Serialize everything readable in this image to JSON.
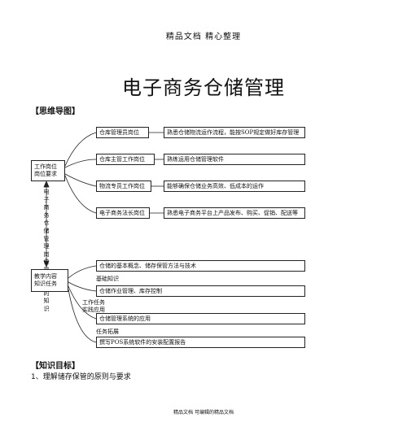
{
  "header": "精品文档 精心整理",
  "title": "电子商务仓储管理",
  "section_mindmap": "【思维导图】",
  "left_box_top": {
    "line1": "工作岗位",
    "line2": "岗位要求"
  },
  "vertical_text": "电子商务仓储管理岗位需具备的知识",
  "left_box_bottom": {
    "line1": "教学内容",
    "line2": "知识任务"
  },
  "positions": [
    {
      "role": "仓库管理员岗位",
      "req": "熟悉仓储物流运作流程，能按SOP规定做好库存管理"
    },
    {
      "role": "仓库主管工作岗位",
      "req": "熟练运用仓储管理软件"
    },
    {
      "role": "物流专员工作岗位",
      "req": "能够确保仓储业务高效、低成本的运作"
    },
    {
      "role": "电子商务法长岗位",
      "req": "熟悉电子商务平台上产品发布、购买、促销、配送等"
    }
  ],
  "knowledge": [
    "仓储的基本概念、储存保管方法与技术",
    "仓储作业管理、库存控制",
    "仓储管理系统的应用",
    "撰写POS系统软件的安装配置报告"
  ],
  "branch_labels": [
    "基础知识",
    "工作任务",
    "实践应用",
    "任务拓展"
  ],
  "section_goals": "【知识目标】",
  "goal_1": "1、理解储存保管的原则与要求",
  "footer": "精品文档 可编辑的精品文档"
}
